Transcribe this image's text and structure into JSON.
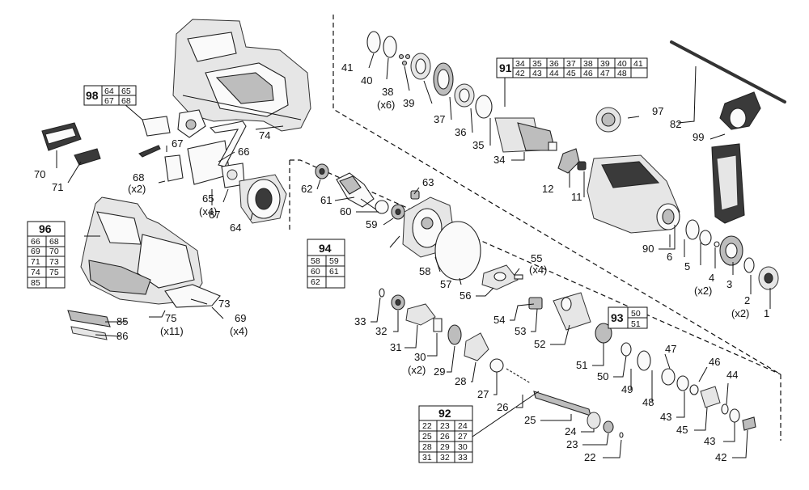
{
  "callouts": [
    {
      "label": "1"
    },
    {
      "label": "2",
      "qty": "(x2)"
    },
    {
      "label": "3"
    },
    {
      "label": "4",
      "qty": "(x2)"
    },
    {
      "label": "5"
    },
    {
      "label": "6"
    },
    {
      "label": "11"
    },
    {
      "label": "12"
    },
    {
      "label": "22"
    },
    {
      "label": "23"
    },
    {
      "label": "24"
    },
    {
      "label": "25"
    },
    {
      "label": "26"
    },
    {
      "label": "27"
    },
    {
      "label": "28"
    },
    {
      "label": "29"
    },
    {
      "label": "30",
      "qty": "(x2)"
    },
    {
      "label": "31"
    },
    {
      "label": "32"
    },
    {
      "label": "33"
    },
    {
      "label": "34"
    },
    {
      "label": "35"
    },
    {
      "label": "36"
    },
    {
      "label": "37"
    },
    {
      "label": "38",
      "qty": "(x6)"
    },
    {
      "label": "39"
    },
    {
      "label": "40"
    },
    {
      "label": "41"
    },
    {
      "label": "42"
    },
    {
      "label": "43"
    },
    {
      "label": "43"
    },
    {
      "label": "44"
    },
    {
      "label": "45"
    },
    {
      "label": "46"
    },
    {
      "label": "47"
    },
    {
      "label": "48"
    },
    {
      "label": "49"
    },
    {
      "label": "50"
    },
    {
      "label": "51"
    },
    {
      "label": "52"
    },
    {
      "label": "53"
    },
    {
      "label": "54"
    },
    {
      "label": "55",
      "qty": "(x4)"
    },
    {
      "label": "56"
    },
    {
      "label": "57"
    },
    {
      "label": "58"
    },
    {
      "label": "59"
    },
    {
      "label": "60"
    },
    {
      "label": "61"
    },
    {
      "label": "62"
    },
    {
      "label": "63"
    },
    {
      "label": "64"
    },
    {
      "label": "65",
      "qty": "(x4)"
    },
    {
      "label": "66"
    },
    {
      "label": "67"
    },
    {
      "label": "67"
    },
    {
      "label": "68",
      "qty": "(x2)"
    },
    {
      "label": "69",
      "qty": "(x4)"
    },
    {
      "label": "70"
    },
    {
      "label": "71"
    },
    {
      "label": "73"
    },
    {
      "label": "74"
    },
    {
      "label": "75",
      "qty": "(x11)"
    },
    {
      "label": "82"
    },
    {
      "label": "85"
    },
    {
      "label": "86"
    },
    {
      "label": "90"
    },
    {
      "label": "97"
    },
    {
      "label": "99"
    }
  ],
  "kits": {
    "k91": {
      "id": "91",
      "parts": [
        "34",
        "35",
        "36",
        "37",
        "38",
        "39",
        "40",
        "41",
        "42",
        "43",
        "44",
        "45",
        "46",
        "47",
        "48",
        ""
      ]
    },
    "k98": {
      "id": "98",
      "parts": [
        "64",
        "65",
        "67",
        "68"
      ]
    },
    "k96": {
      "id": "96",
      "parts": [
        "66",
        "68",
        "69",
        "70",
        "71",
        "73",
        "74",
        "75",
        "85",
        ""
      ]
    },
    "k94": {
      "id": "94",
      "parts": [
        "58",
        "59",
        "60",
        "61",
        "62",
        ""
      ]
    },
    "k93": {
      "id": "93",
      "parts": [
        "50",
        "51"
      ]
    },
    "k92": {
      "id": "92",
      "parts": [
        "22",
        "23",
        "24",
        "25",
        "26",
        "27",
        "28",
        "29",
        "30",
        "31",
        "32",
        "33"
      ]
    }
  }
}
